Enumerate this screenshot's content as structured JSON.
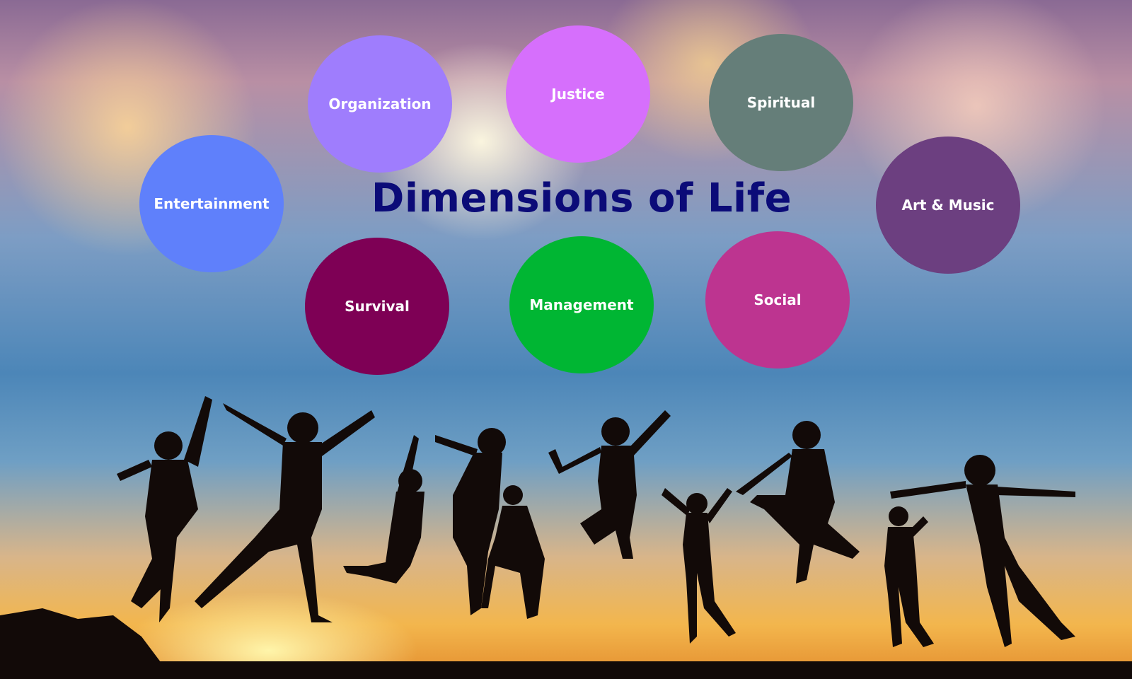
{
  "title": "Dimensions of Life",
  "dimensions": [
    {
      "label": "Organization",
      "color": "#9f7dfd"
    },
    {
      "label": "Justice",
      "color": "#d66ffc"
    },
    {
      "label": "Spiritual",
      "color": "#657e79"
    },
    {
      "label": "Entertainment",
      "color": "#5f80fb"
    },
    {
      "label": "Art & Music",
      "color": "#6c3f80"
    },
    {
      "label": "Survival",
      "color": "#7e0055"
    },
    {
      "label": "Management",
      "color": "#00b633"
    },
    {
      "label": "Social",
      "color": "#bd3490"
    }
  ],
  "title_color": "#0b0b78"
}
